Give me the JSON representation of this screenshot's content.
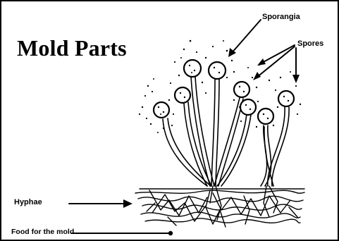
{
  "title": "Mold Parts",
  "labels": {
    "sporangia": "Sporangia",
    "spores": "Spores",
    "hyphae": "Hyphae",
    "food": "Food for the mold"
  },
  "colors": {
    "ink": "#000000",
    "background": "#ffffff"
  }
}
